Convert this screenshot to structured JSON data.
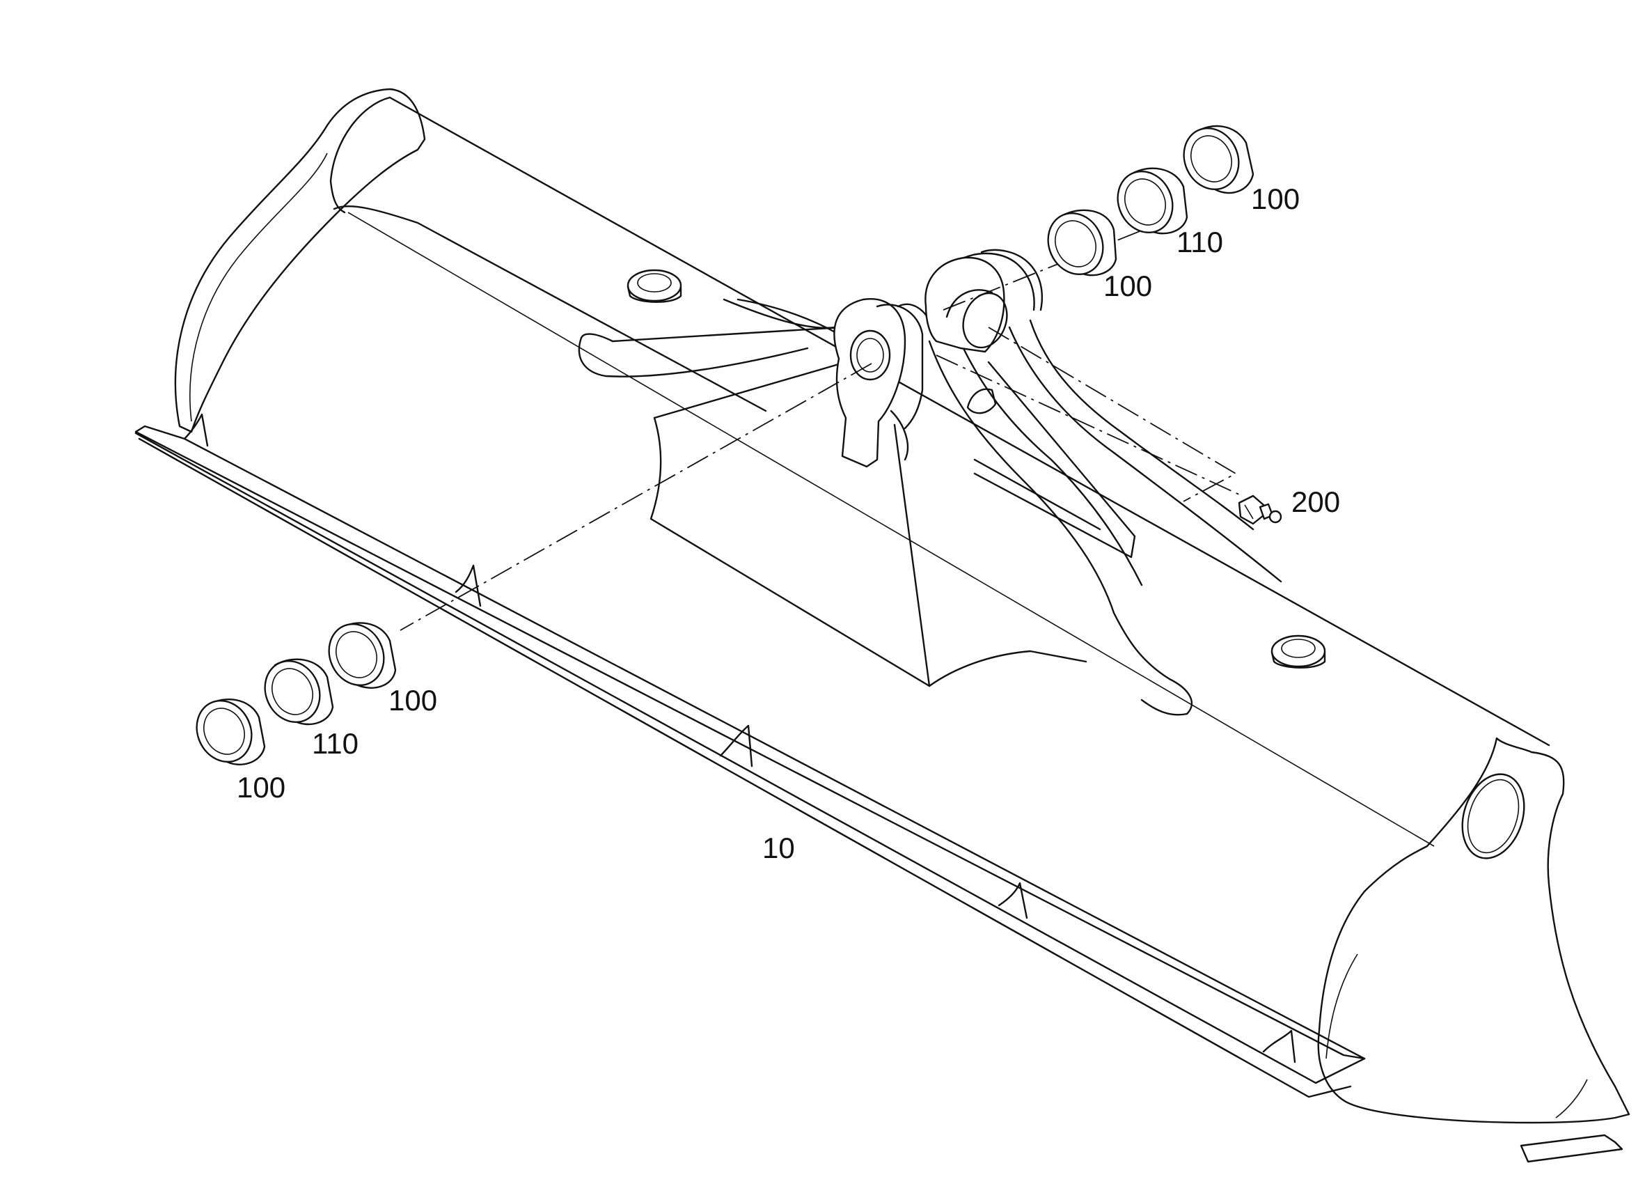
{
  "callouts": {
    "blade": "10",
    "bushing_right_outer": "100",
    "bushing_right_middle": "110",
    "bushing_right_inner": "100",
    "bushing_left_inner": "100",
    "bushing_left_middle": "110",
    "bushing_left_outer": "100",
    "grease_nipple": "200"
  },
  "colors": {
    "line": "#111111",
    "background": "#ffffff"
  }
}
